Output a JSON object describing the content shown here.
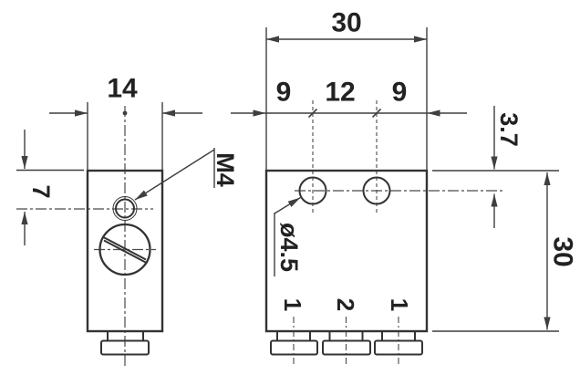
{
  "side_view": {
    "width": "14",
    "hole_offset": "7",
    "thread": "M4"
  },
  "front_view": {
    "width_top": "30",
    "spacing": [
      "9",
      "12",
      "9"
    ],
    "hole_top_offset": "3.7",
    "height": "30",
    "hole_diameter": "ø4.5",
    "ports": [
      "1",
      "2",
      "1"
    ]
  },
  "colors": {
    "line": "#3f3f3f",
    "outline": "#333333",
    "text": "#222222",
    "background": "#ffffff"
  }
}
